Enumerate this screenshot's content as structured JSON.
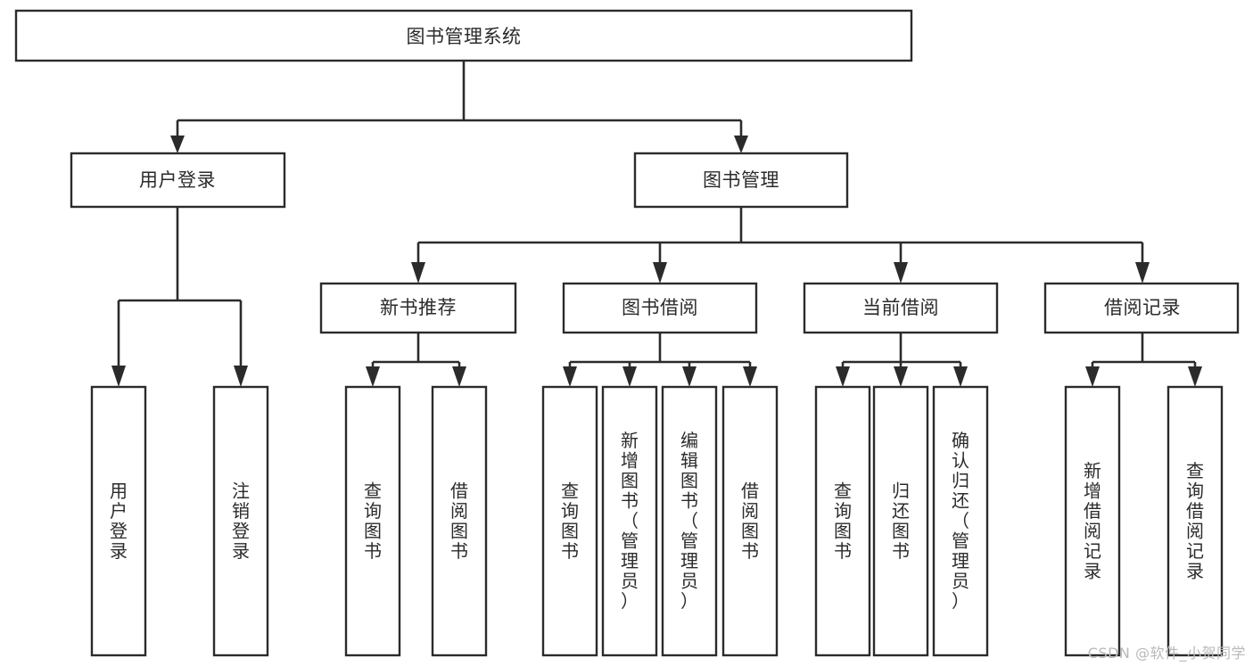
{
  "diagram": {
    "title": "图书管理系统",
    "type": "hierarchy-tree",
    "orientation": "top-down",
    "watermark": "CSDN @软件_小贺同学",
    "colors": {
      "background": "#ffffff",
      "stroke": "#2b2b2b",
      "box_fill": "#ffffff",
      "text": "#2b2b2b",
      "watermark": "#b9b9b9"
    },
    "root": {
      "label": "图书管理系统"
    },
    "level1": [
      {
        "label": "用户登录"
      },
      {
        "label": "图书管理"
      }
    ],
    "level2": [
      {
        "label": "新书推荐"
      },
      {
        "label": "图书借阅"
      },
      {
        "label": "当前借阅"
      },
      {
        "label": "借阅记录"
      }
    ],
    "leaves": {
      "user_login": [
        {
          "label": "用户登录"
        },
        {
          "label": "注销登录"
        }
      ],
      "new_book_recommend": [
        {
          "label": "查询图书"
        },
        {
          "label": "借阅图书"
        }
      ],
      "book_borrow": [
        {
          "label": "查询图书"
        },
        {
          "label": "新增图书（管理员）"
        },
        {
          "label": "编辑图书（管理员）"
        },
        {
          "label": "借阅图书"
        }
      ],
      "current_borrow": [
        {
          "label": "查询图书"
        },
        {
          "label": "归还图书"
        },
        {
          "label": "确认归还（管理员）"
        }
      ],
      "borrow_record": [
        {
          "label": "新增借阅记录"
        },
        {
          "label": "查询借阅记录"
        }
      ]
    }
  }
}
